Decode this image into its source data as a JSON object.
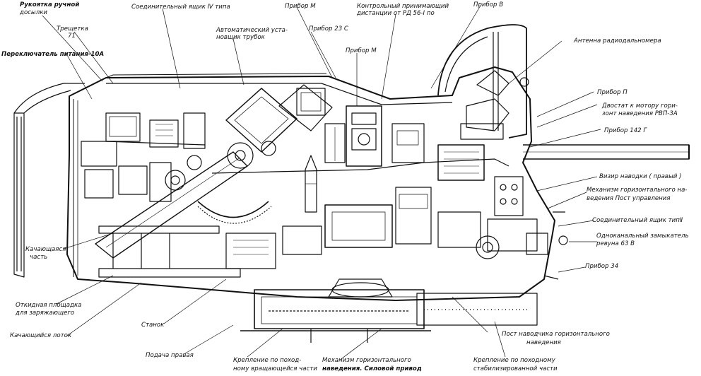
{
  "labels": {
    "rukoyatka_l1": "Рукоятка ручной",
    "rukoyatka_l2": "досылки",
    "treshchetka_l1": "Трещетка",
    "treshchetka_l2": "71",
    "pereklyuchatel": "Переключатель питания-10А",
    "soed_yashchik_top": "Соединительный ящик Ⅳ типа",
    "avtomat_l1": "Автоматический уста-",
    "avtomat_l2": "новщик трубок",
    "pribor_m1": "Прибор М",
    "pribor_23s": "Прибор 23 С",
    "pribor_m2": "Прибор М",
    "kontrol_l1": "Контрольный принимающий",
    "kontrol_l2": "дистанции от РД 56-I по",
    "pribor_v": "Прибор В",
    "antenna": "Антенна радиодальномера",
    "pribor_p": "Прибор П",
    "dvostat_l1": "Двостат к мотору гори-",
    "dvostat_l2": "зонт наведения РВП-3А",
    "pribor_142g": "Прибор 142 Г",
    "vizir": "Визир наводки  ( правый )",
    "mekh_gor_l1": "Механизм горизонтального на-",
    "mekh_gor_l2": "ведения  Пост управления",
    "soed_yashchik_right": "Соединительный ящик типⅡ",
    "odnokanal_l1": "Одноканальный замыкатель",
    "odnokanal_l2": "ревуна 63 В",
    "pribor_34": "Прибор 34",
    "kach_chast_l1": "Качающаяся",
    "kach_chast_l2": "часть",
    "otkid_l1": "Откидная площадка",
    "otkid_l2": "для заряжающего",
    "kach_lotok": "Качающийся      лоток",
    "stanok": "Станок",
    "podacha": "Подача правая",
    "kreplenie_vrash_l1": "Крепление по поход-",
    "kreplenie_vrash_l2": "ному вращающейся части",
    "mekh_gor_bottom_l1": "Механизм горизонтального",
    "mekh_gor_bottom_l2": "наведения. Силовой привод",
    "post_l1": "Пост наводчика горизонтального",
    "post_l2": "наведения",
    "kreplenie_stab_l1": "Крепление по походному",
    "kreplenie_stab_l2": "стабилизированной части"
  },
  "colors": {
    "ink": "#111111",
    "paper": "#ffffff"
  }
}
